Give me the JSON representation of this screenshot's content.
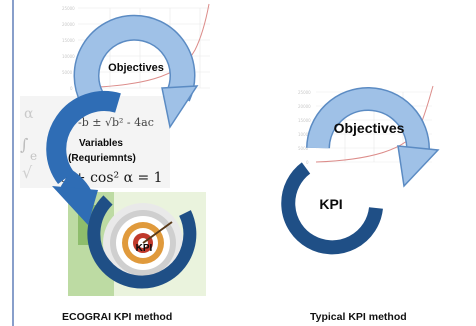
{
  "left_diagram": {
    "stage_labels": {
      "objectives": "Objectives",
      "variables_line1": "Variables",
      "variables_line2": "(Requriemnts)",
      "kpi": "KPI"
    },
    "background_formulas": {
      "quadratic": "-b ± √b² - 4ac",
      "identity": "α + cos² α = 1"
    },
    "background_chart_ticks": [
      "25000",
      "20000",
      "15000",
      "10000",
      "5000",
      "0"
    ],
    "caption": "ECOGRAI KPI method"
  },
  "right_diagram": {
    "stage_labels": {
      "objectives": "Objectives",
      "kpi": "KPI"
    },
    "background_chart_ticks": [
      "25000",
      "20000",
      "15000",
      "10000",
      "5000",
      "0"
    ],
    "caption": "Typical KPI method"
  },
  "colors": {
    "arrow_light": "#9fc1e7",
    "arrow_light_edge": "#5b8bc3",
    "arrow_mid": "#2f6db5",
    "ring_dark": "#1f4f86",
    "chart_curve": "#c0302b",
    "divider": "#3a5fa8"
  }
}
